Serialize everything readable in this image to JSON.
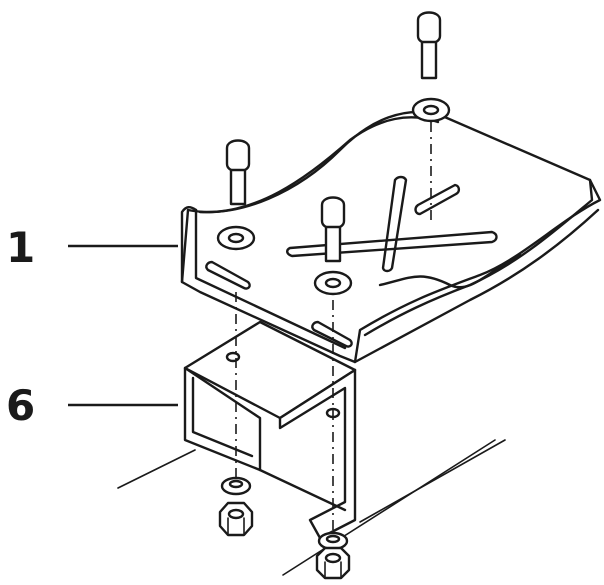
{
  "callouts": [
    {
      "id": "part-1",
      "label": "1"
    },
    {
      "id": "part-6",
      "label": "6"
    }
  ],
  "colors": {
    "ink": "#1a1a1a",
    "background": "#ffffff"
  }
}
